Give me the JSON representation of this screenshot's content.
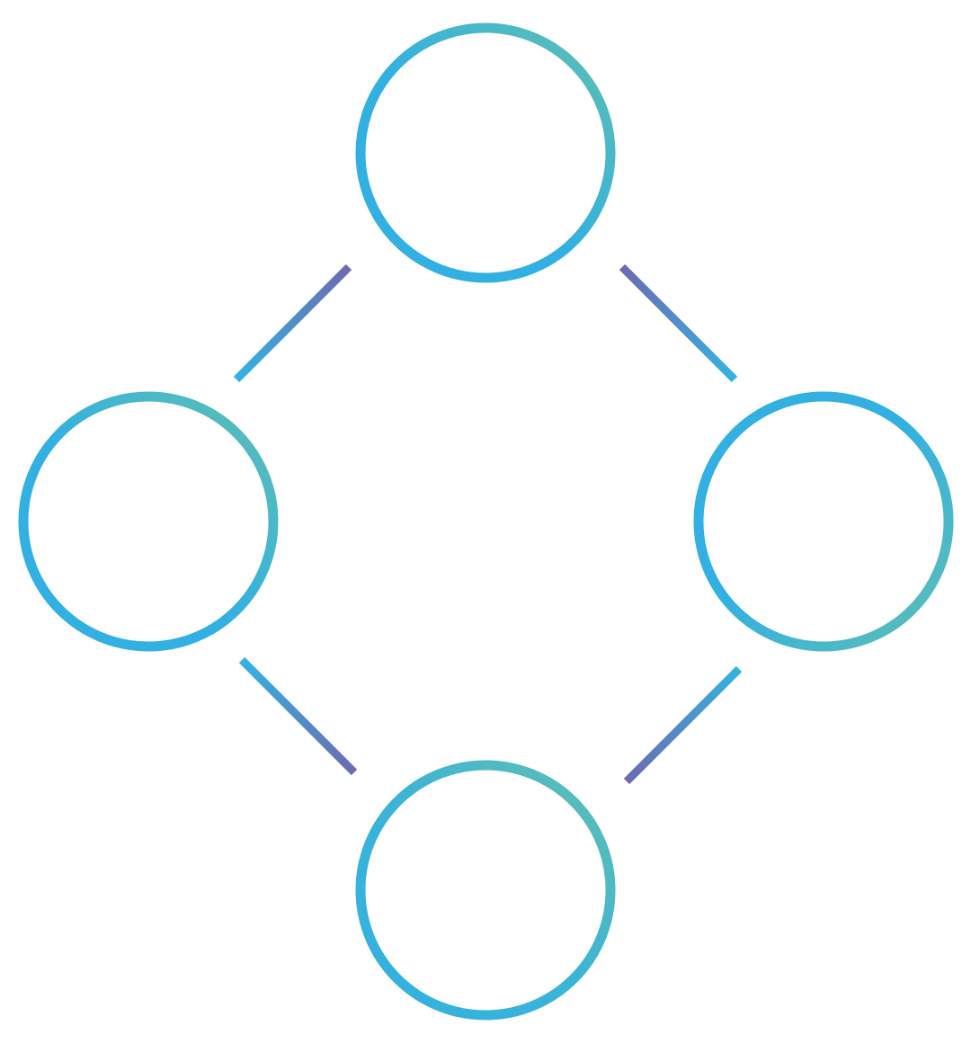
{
  "diagram": {
    "nodes": [
      {
        "id": "top",
        "label": ""
      },
      {
        "id": "left",
        "label": ""
      },
      {
        "id": "right",
        "label": ""
      },
      {
        "id": "bottom",
        "label": ""
      }
    ],
    "edges": [
      {
        "from": "top",
        "to": "left"
      },
      {
        "from": "top",
        "to": "right"
      },
      {
        "from": "left",
        "to": "bottom"
      },
      {
        "from": "right",
        "to": "bottom"
      }
    ],
    "colors": {
      "ring_blue": "#32b0e2",
      "ring_teal": "#5ebfb2",
      "connector_purple": "#6c6bb1",
      "connector_blue": "#35b2e3",
      "background": "#ffffff"
    }
  }
}
